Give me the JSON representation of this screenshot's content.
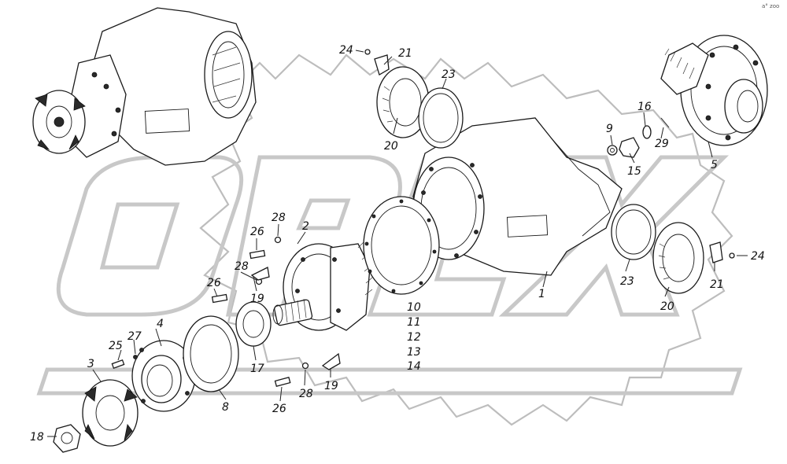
{
  "corner_mark": "a° zoo",
  "watermark": "OPEX",
  "callouts": {
    "c1": "1",
    "c2": "2",
    "c3": "3",
    "c4": "4",
    "c5": "5",
    "c8": "8",
    "c9": "9",
    "c10": "10",
    "c11": "11",
    "c12": "12",
    "c13": "13",
    "c14": "14",
    "c15": "15",
    "c16": "16",
    "c17": "17",
    "c18": "18",
    "c19a": "19",
    "c19b": "19",
    "c20a": "20",
    "c20b": "20",
    "c21a": "21",
    "c21b": "21",
    "c23a": "23",
    "c23b": "23",
    "c24a": "24",
    "c24b": "24",
    "c25": "25",
    "c26a": "26",
    "c26b": "26",
    "c26c": "26",
    "c27": "27",
    "c28a": "28",
    "c28b": "28",
    "c28c": "28",
    "c29": "29"
  }
}
